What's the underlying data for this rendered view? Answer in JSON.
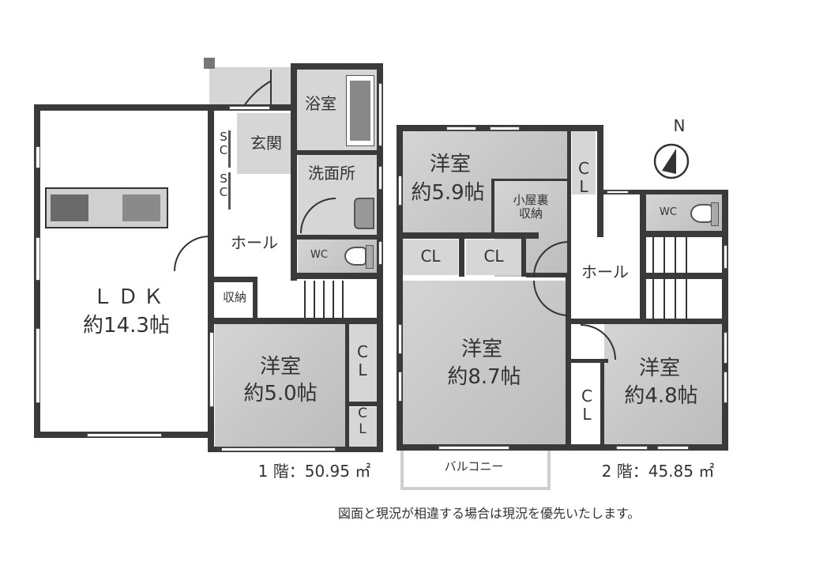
{
  "floor1": {
    "rooms": {
      "ldk": {
        "name": "ＬＤＫ",
        "size": "約14.3帖"
      },
      "western": {
        "name": "洋室",
        "size": "約5.0帖"
      },
      "genkan": "玄関",
      "bath": "浴室",
      "washroom": "洗面所",
      "hall": "ホール",
      "storage": "収納",
      "wc": "WC",
      "sc1": "S\nC",
      "sc2": "S\nC",
      "cl1": "C\nL",
      "cl2": "C\nL"
    },
    "area_label": "1 階：50.95 ㎡"
  },
  "floor2": {
    "rooms": {
      "western_nw": {
        "name": "洋室",
        "size": "約5.9帖"
      },
      "attic": "小屋裏\n収納",
      "cl_top": "C\nL",
      "cl_a": "CL",
      "cl_b": "CL",
      "hall": "ホール",
      "wc": "WC",
      "western_main": {
        "name": "洋室",
        "size": "約8.7帖"
      },
      "western_se": {
        "name": "洋室",
        "size": "約4.8帖"
      },
      "cl_se": "C\nL",
      "balcony": "バルコニー"
    },
    "area_label": "2 階：45.85 ㎡"
  },
  "compass": {
    "label": "N",
    "icon": "north-arrow-icon"
  },
  "disclaimer": "図面と現況が相違する場合は現況を優先いたします。"
}
